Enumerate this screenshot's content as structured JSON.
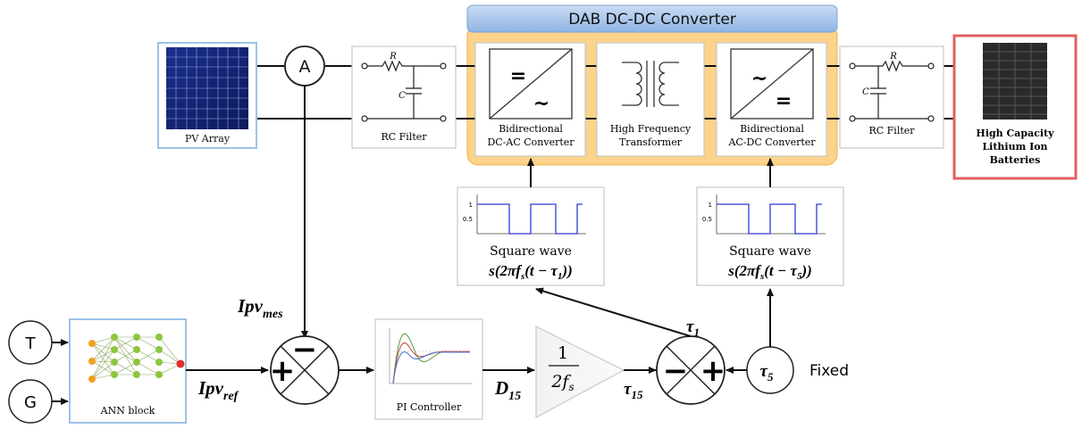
{
  "dab": {
    "title": "DAB DC-DC Converter",
    "dcac_line1": "Bidirectional",
    "dcac_line2": "DC-AC Converter",
    "dcac_sym_top": "=",
    "dcac_sym_bottom": "~",
    "hf_line1": "High Frequency",
    "hf_line2": "Transformer",
    "acdc_line1": "Bidirectional",
    "acdc_line2": "AC-DC Converter",
    "acdc_sym_top": "~",
    "acdc_sym_bottom": "="
  },
  "pv": {
    "label": "PV Array"
  },
  "ammeter": {
    "label": "A"
  },
  "rc_left": {
    "label": "RC Filter",
    "r": "R",
    "c": "C"
  },
  "rc_right": {
    "label": "RC Filter",
    "r": "R",
    "c": "C"
  },
  "battery": {
    "line1": "High Capacity",
    "line2": "Lithium Ion",
    "line3": "Batteries"
  },
  "square_left": {
    "label": "Square wave",
    "expr_main": "s(2πf",
    "expr_sub": "s",
    "expr_mid": "(t − τ",
    "expr_sub2": "1",
    "expr_end": "))",
    "tick_1": "1",
    "tick_05": "0.5"
  },
  "square_right": {
    "label": "Square wave",
    "expr_main": "s(2πf",
    "expr_sub": "s",
    "expr_mid": "(t − τ",
    "expr_sub2": "5",
    "expr_end": "))",
    "tick_1": "1",
    "tick_05": "0.5"
  },
  "inputs": {
    "t": "T",
    "g": "G"
  },
  "ann": {
    "label": "ANN block"
  },
  "signals": {
    "ipv_mes_main": "Ipv",
    "ipv_mes_sub": "mes",
    "ipv_ref_main": "Ipv",
    "ipv_ref_sub": "ref",
    "d15_main": "D",
    "d15_sub": "15",
    "tau15_main": "τ",
    "tau15_sub": "15",
    "tau1_main": "τ",
    "tau1_sub": "1",
    "tau5_main": "τ",
    "tau5_sub": "5",
    "fixed": "Fixed"
  },
  "sum1": {
    "plus": "+",
    "minus": "−"
  },
  "sum2": {
    "plus": "+",
    "minus": "−"
  },
  "pi": {
    "label": "PI Controller"
  },
  "gain": {
    "num": "1",
    "den_main": "2f",
    "den_sub": "s"
  },
  "colors": {
    "dab_bg": "#fbd38a",
    "dab_title_bg": "#a9c8ec",
    "pv_border": "#9cc3e6",
    "battery_border": "#e06060",
    "ann_border": "#9cc3e6",
    "square_line": "#2f3bd8"
  }
}
